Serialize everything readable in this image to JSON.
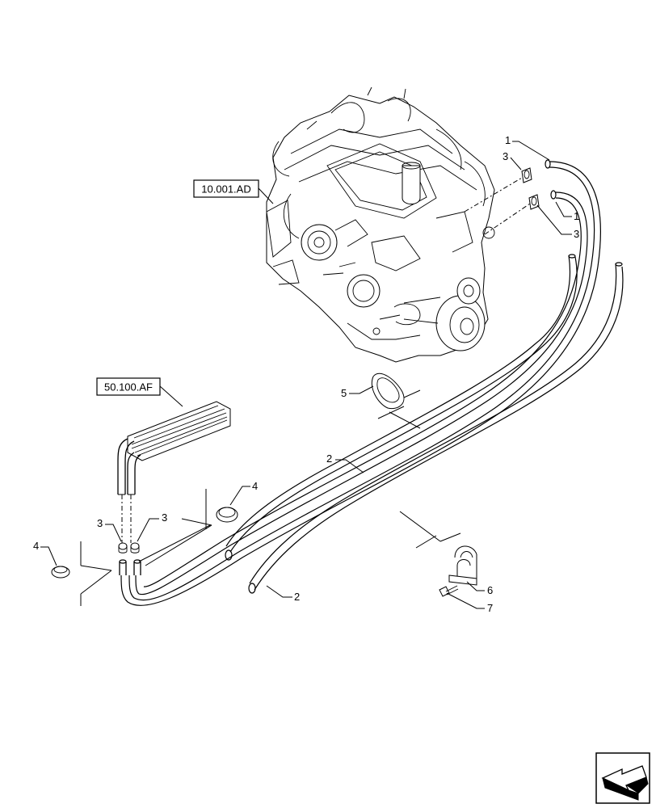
{
  "references": {
    "engine": "10.001.AD",
    "heater": "50.100.AF"
  },
  "callouts": {
    "c1a": "1",
    "c1b": "1",
    "c3a": "3",
    "c3b": "3",
    "c2a": "2",
    "c2b": "2",
    "c5": "5",
    "c4a": "4",
    "c4b": "4",
    "c3c": "3",
    "c3d": "3",
    "c6": "6",
    "c7": "7"
  },
  "icons": {
    "nav": "next-page-arrow-icon"
  }
}
